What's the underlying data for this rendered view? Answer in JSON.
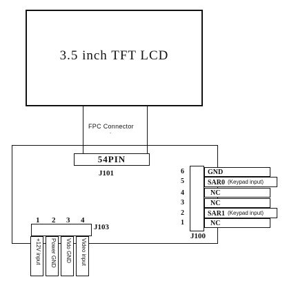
{
  "lcd": {
    "label": "3.5 inch TFT LCD"
  },
  "fpc": {
    "label": "FPC Connector",
    "mark": "."
  },
  "j101": {
    "pins": "54PIN",
    "name": "J101"
  },
  "j100": {
    "name": "J100",
    "rows": [
      {
        "num": "6",
        "label": "GND",
        "note": ""
      },
      {
        "num": "5",
        "label": "SAR0",
        "note": "(Keypad input)"
      },
      {
        "num": "4",
        "label": "NC",
        "note": ""
      },
      {
        "num": "3",
        "label": "NC",
        "note": ""
      },
      {
        "num": "2",
        "label": "SAR1",
        "note": "(Keypad input)"
      },
      {
        "num": "1",
        "label": "NC",
        "note": ""
      }
    ]
  },
  "j103": {
    "name": "J103",
    "pins": [
      {
        "num": "1",
        "label": "+12V input"
      },
      {
        "num": "2",
        "label": "Power GND"
      },
      {
        "num": "3",
        "label": "Vido GND"
      },
      {
        "num": "4",
        "label": "Video input"
      }
    ]
  }
}
